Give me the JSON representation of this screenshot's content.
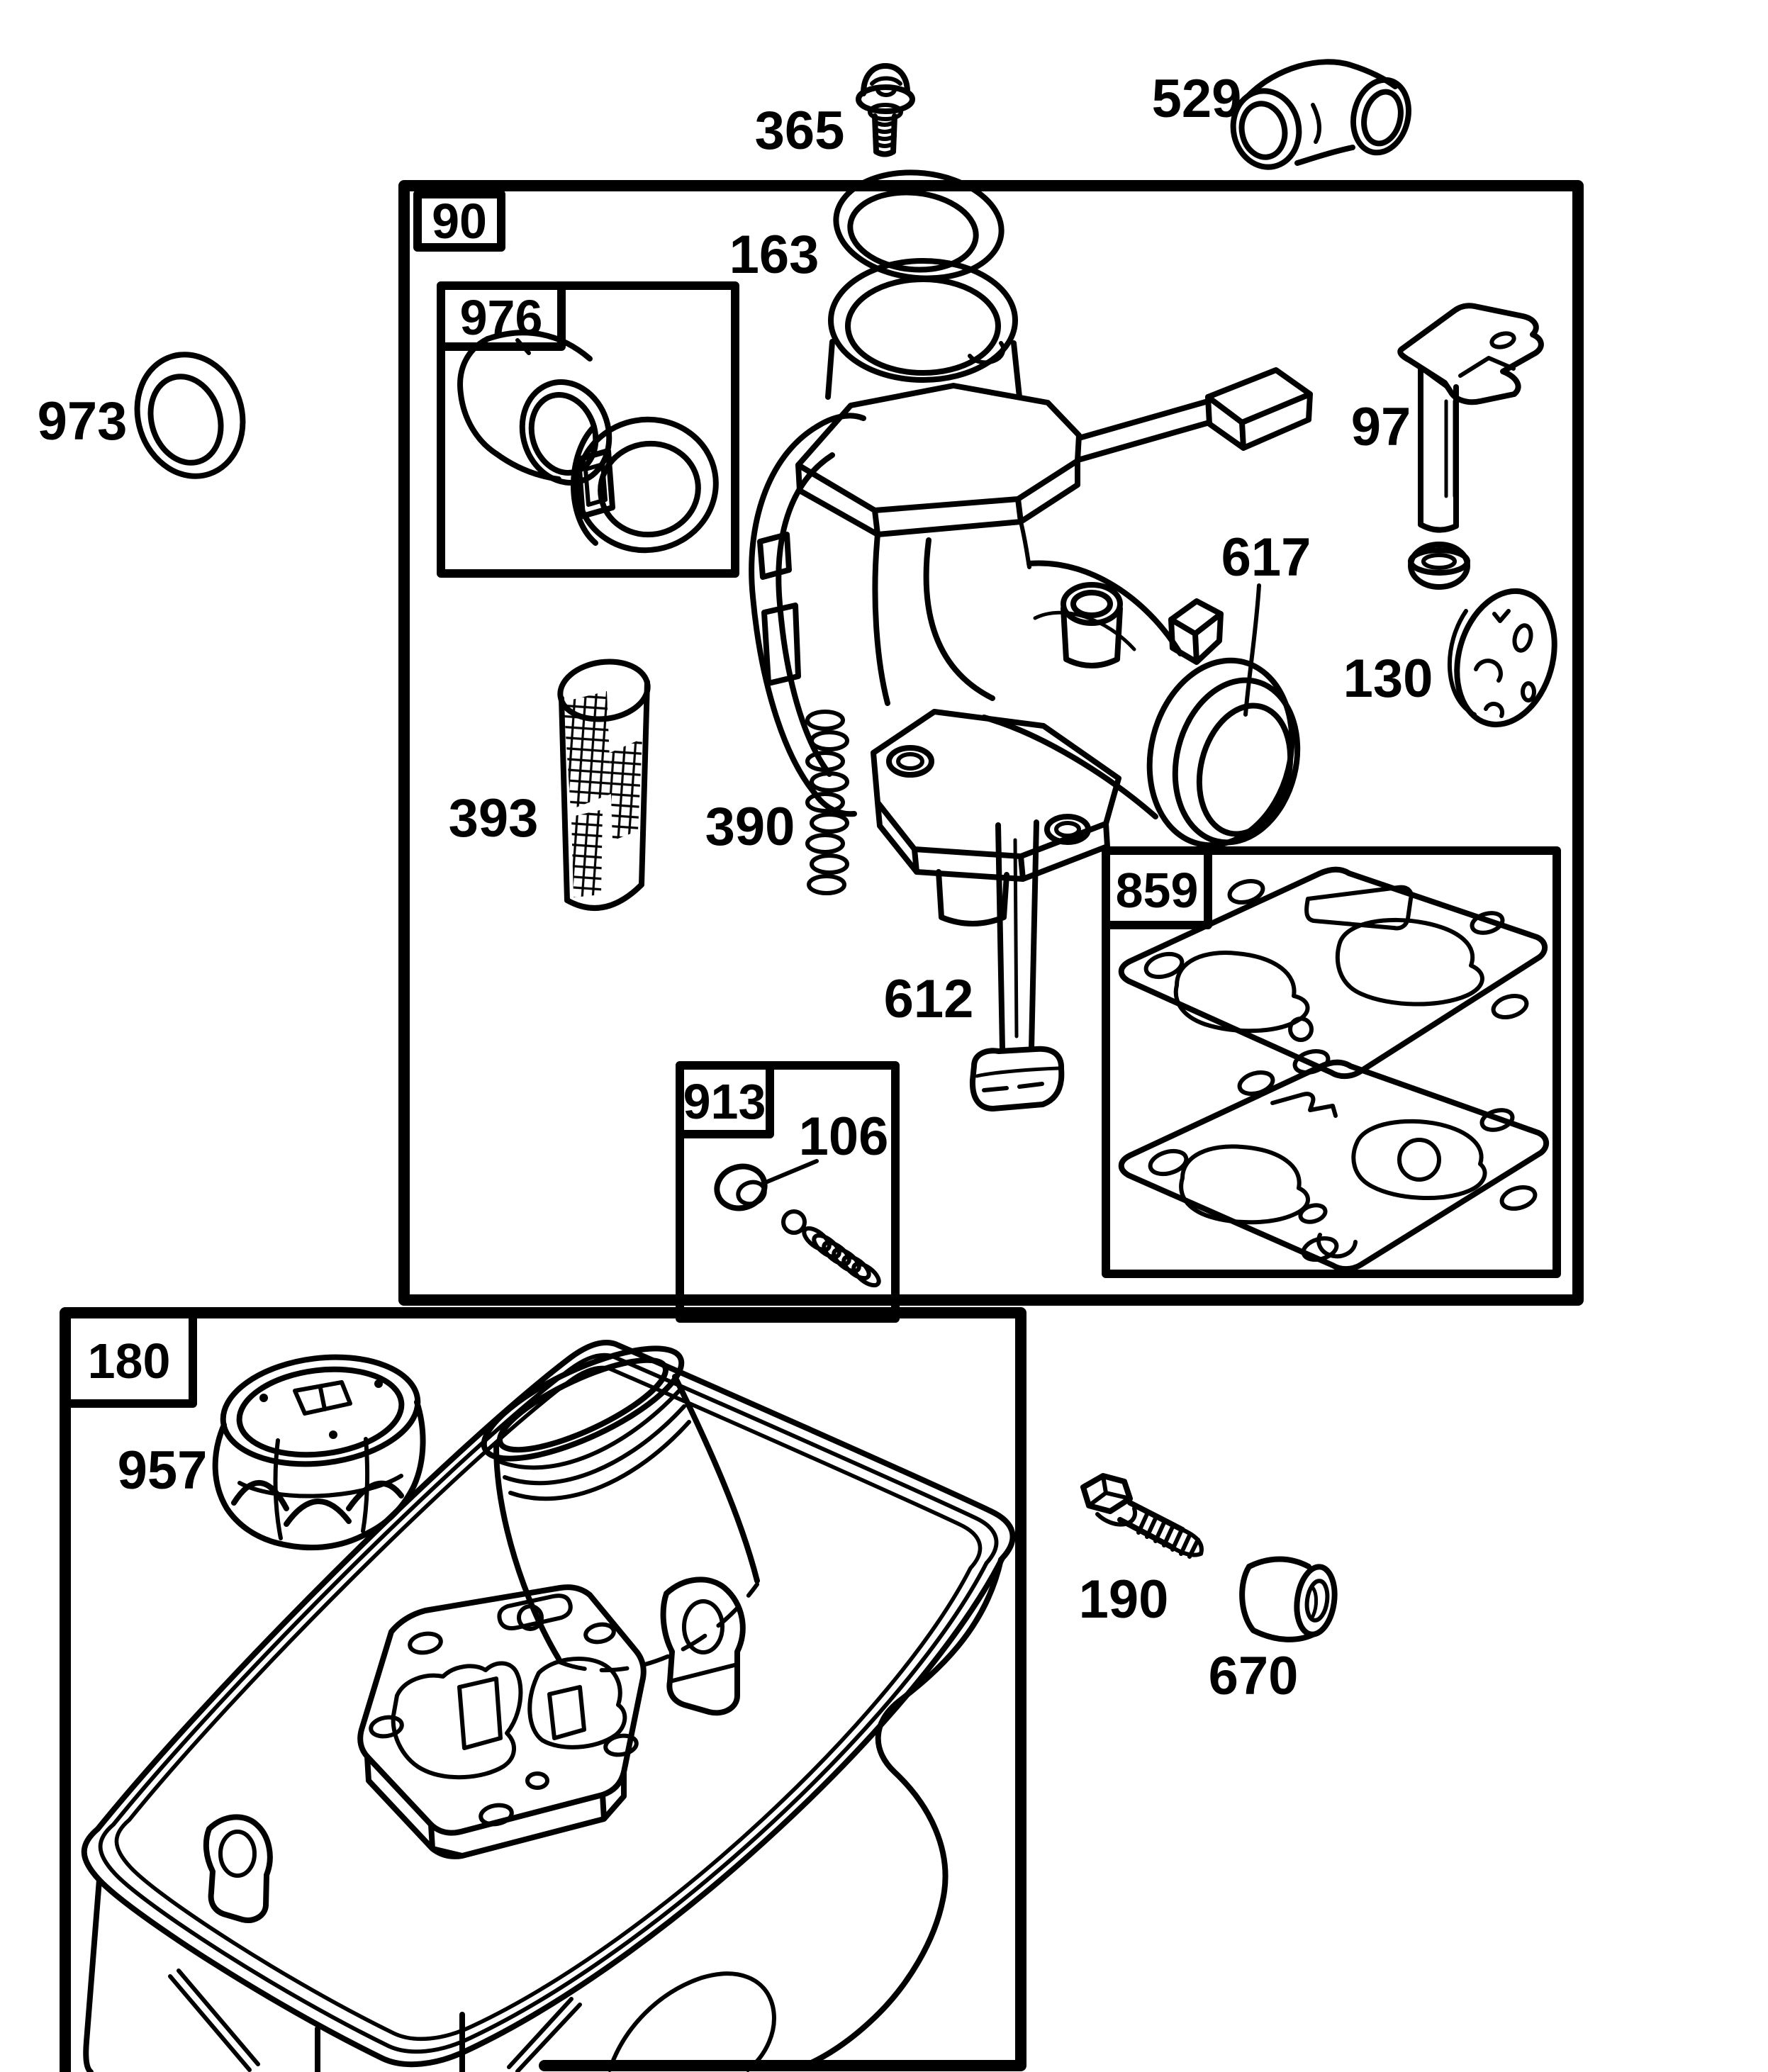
{
  "page": {
    "background": "#ffffff",
    "ink": "#000000",
    "figure_type": "exploded-parts-diagram"
  },
  "labels": {
    "n365": "365",
    "n529": "529",
    "n90": "90",
    "n973": "973",
    "n976": "976",
    "n163": "163",
    "n97": "97",
    "n617": "617",
    "n393": "393",
    "n390": "390",
    "n130": "130",
    "n859": "859",
    "n612": "612",
    "n913": "913",
    "n106": "106",
    "n180": "180",
    "n957": "957",
    "n190": "190",
    "n670": "670"
  }
}
